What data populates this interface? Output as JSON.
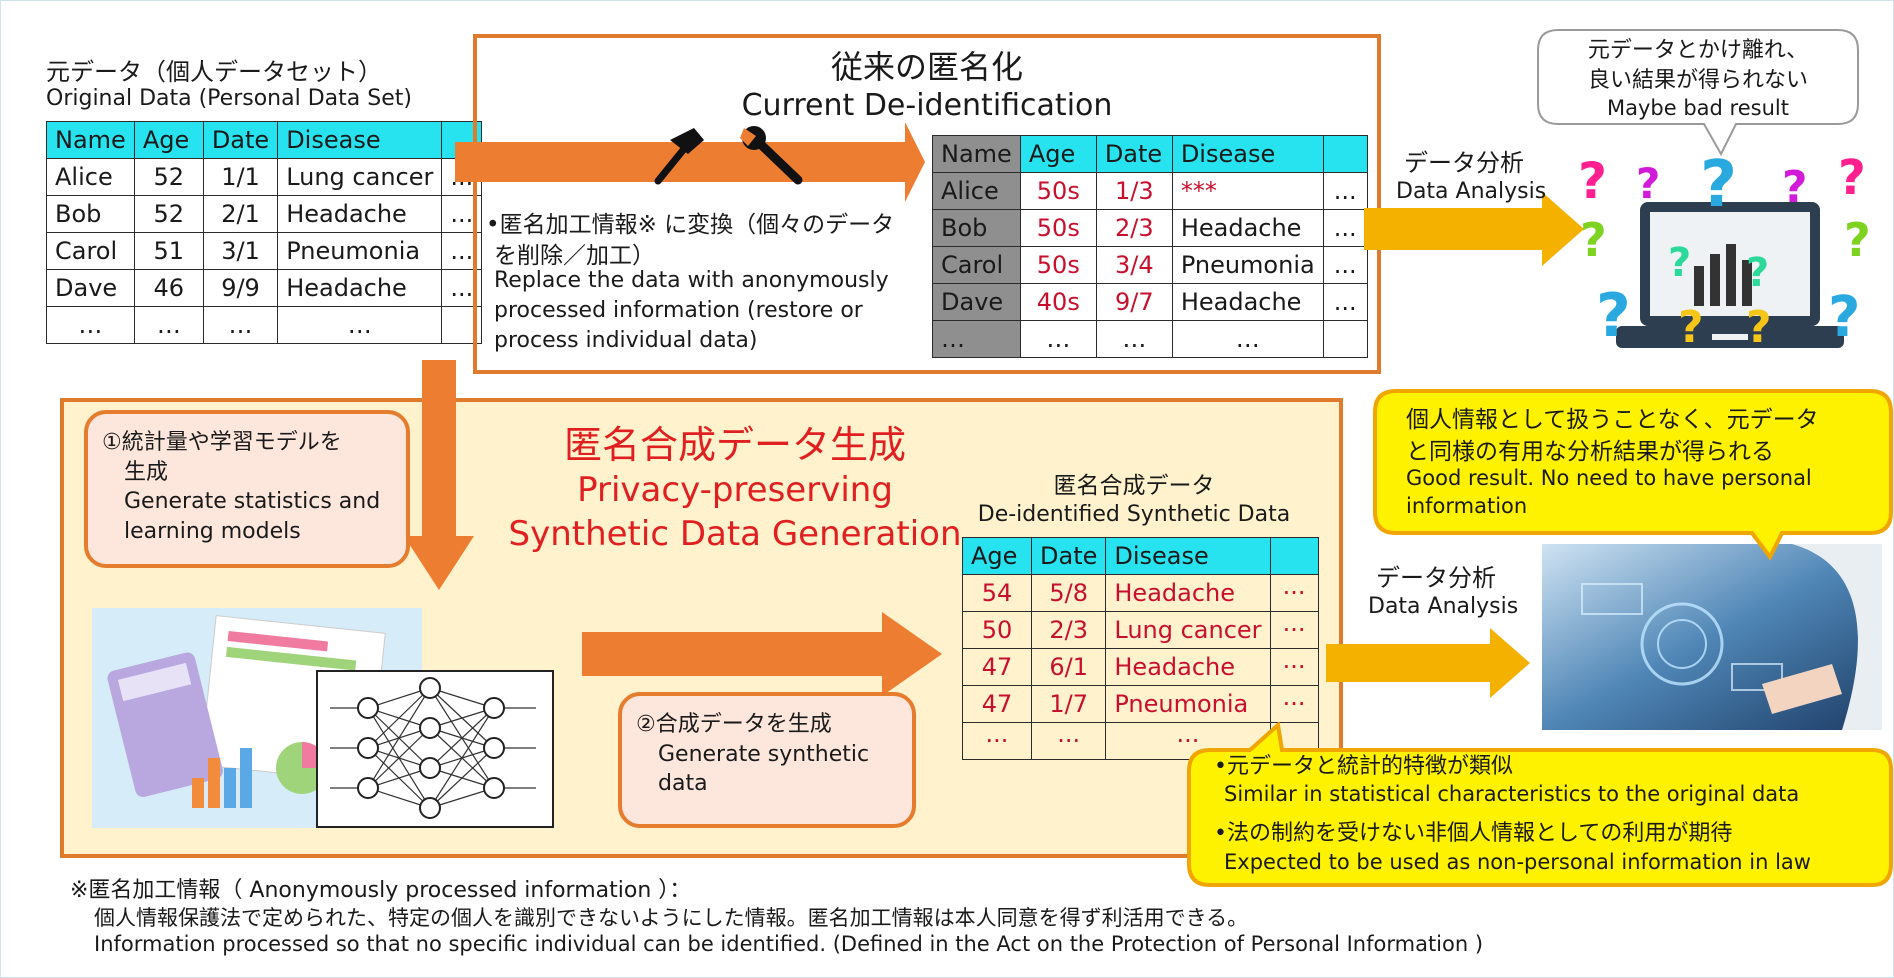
{
  "original": {
    "title_ja": "元データ（個人データセット）",
    "title_en": "Original Data (Personal Data Set)",
    "headers": [
      "Name",
      "Age",
      "Date",
      "Disease",
      ""
    ],
    "rows": [
      [
        "Alice",
        "52",
        "1/1",
        "Lung cancer",
        "..."
      ],
      [
        "Bob",
        "52",
        "2/1",
        "Headache",
        "..."
      ],
      [
        "Carol",
        "51",
        "3/1",
        "Pneumonia",
        "..."
      ],
      [
        "Dave",
        "46",
        "9/9",
        "Headache",
        "..."
      ],
      [
        "…",
        "…",
        "…",
        "…",
        ""
      ]
    ]
  },
  "current": {
    "title_ja": "従来の匿名化",
    "title_en": "Current De-identification",
    "desc_ja_1": "•匿名加工情報※ に変換（個々のデータ",
    "desc_ja_2": "を削除／加工）",
    "desc_en_1": "Replace the data with anonymously",
    "desc_en_2": "processed information (restore or",
    "desc_en_3": "process individual data)",
    "headers": [
      "Name",
      "Age",
      "Date",
      "Disease",
      ""
    ],
    "rows": [
      [
        "Alice",
        "50s",
        "1/3",
        "***",
        "..."
      ],
      [
        "Bob",
        "50s",
        "2/3",
        "Headache",
        "..."
      ],
      [
        "Carol",
        "50s",
        "3/4",
        "Pneumonia",
        "..."
      ],
      [
        "Dave",
        "40s",
        "9/7",
        "Headache",
        "..."
      ],
      [
        "…",
        "…",
        "…",
        "…",
        ""
      ]
    ]
  },
  "analysis_top": {
    "ja": "データ分析",
    "en": "Data Analysis"
  },
  "bad_bubble": {
    "line1": "元データとかけ離れ、",
    "line2": "良い結果が得られない",
    "line3": "Maybe bad result"
  },
  "synthetic": {
    "title_ja": "匿名合成データ生成",
    "title_en_1": "Privacy-preserving",
    "title_en_2": "Synthetic Data Generation",
    "step1_ja_1": "①統計量や学習モデルを",
    "step1_ja_2": "生成",
    "step1_en_1": "Generate statistics and",
    "step1_en_2": "learning models",
    "step2_ja": "②合成データを生成",
    "step2_en_1": "Generate synthetic",
    "step2_en_2": "data",
    "table_title_ja": "匿名合成データ",
    "table_title_en": "De-identified Synthetic Data",
    "headers": [
      "Age",
      "Date",
      "Disease",
      ""
    ],
    "rows": [
      [
        "54",
        "5/8",
        "Headache",
        "···"
      ],
      [
        "50",
        "2/3",
        "Lung cancer",
        "···"
      ],
      [
        "47",
        "6/1",
        "Headache",
        "···"
      ],
      [
        "47",
        "1/7",
        "Pneumonia",
        "···"
      ],
      [
        "···",
        "···",
        "···",
        ""
      ]
    ]
  },
  "analysis_bottom": {
    "ja": "データ分析",
    "en": "Data Analysis"
  },
  "good_bubble": {
    "ja_1": "個人情報として扱うことなく、元データ",
    "ja_2": "と同様の有用な分析結果が得られる",
    "en_1": "Good result. No need to have personal",
    "en_2": "information"
  },
  "similar_box": {
    "b1_ja": "•元データと統計的特徴が類似",
    "b1_en": "Similar in statistical characteristics to the original data",
    "b2_ja": "•法の制約を受けない非個人情報としての利用が期待",
    "b2_en": "Expected to be used as non-personal information in law"
  },
  "footnote": {
    "line1": "※匿名加工情報（ Anonymously processed information ）：",
    "line2": "個人情報保護法で定められた、特定の個人を識別できないようにした情報。匿名加工情報は本人同意を得ず利活用できる。",
    "line3": "Information processed so that no specific individual can be identified. (Defined in the Act on the Protection of Personal Information )"
  },
  "colors": {
    "table_header": "#27e3ef",
    "orange_arrow": "#ed7d31",
    "yellow_arrow": "#f4b100",
    "title_red": "#e02020",
    "cell_red": "#c8102e"
  }
}
